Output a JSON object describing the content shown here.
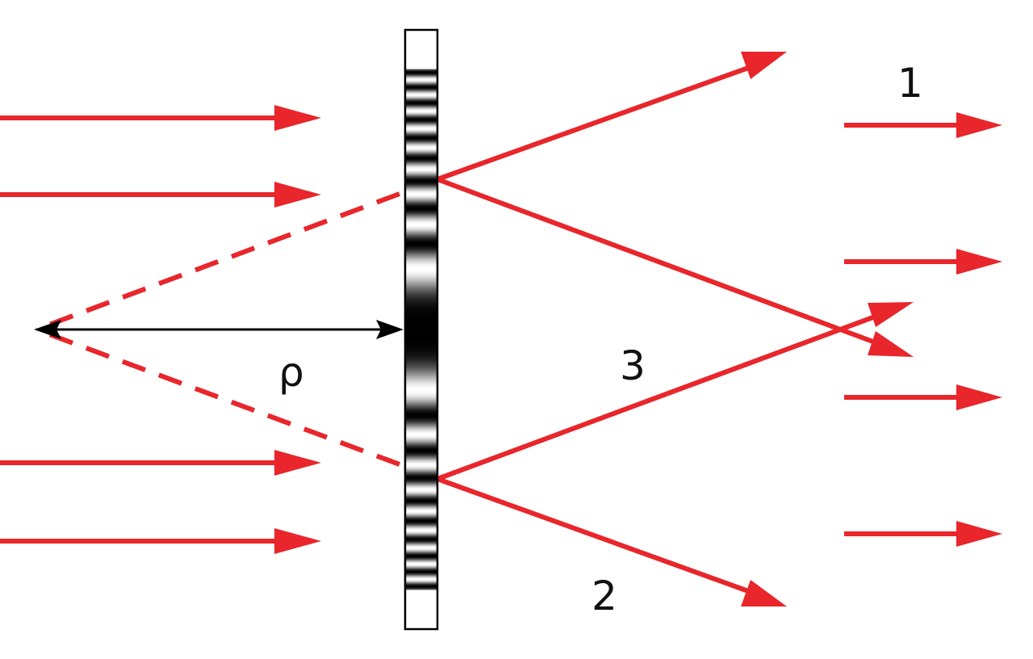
{
  "labels": {
    "order_1": "1",
    "order_2": "2",
    "order_3": "3",
    "distance": "ρ"
  },
  "colors": {
    "ray": "#e8262b",
    "arrow": "#000000",
    "plate_border": "#000000"
  }
}
